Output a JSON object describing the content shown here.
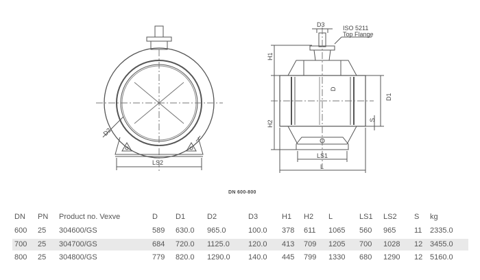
{
  "drawing": {
    "left_labels": {
      "d2": "D2",
      "ls2": "LS2"
    },
    "right_labels": {
      "d3": "D3",
      "iso_line1": "ISO 5211",
      "iso_line2": "Top Flange",
      "h1": "H1",
      "h2": "H2",
      "d": "D",
      "d1": "D1",
      "s": "S",
      "ls1": "LS1",
      "l": "L"
    }
  },
  "table": {
    "title": "DN 600-800",
    "headers": [
      "DN",
      "PN",
      "Product no. Vexve",
      "D",
      "D1",
      "D2",
      "D3",
      "H1",
      "H2",
      "L",
      "LS1",
      "LS2",
      "S",
      "kg"
    ],
    "rows": [
      [
        "600",
        "25",
        "304600/GS",
        "589",
        "630.0",
        "965.0",
        "100.0",
        "378",
        "611",
        "1065",
        "560",
        "965",
        "11",
        "2335.0"
      ],
      [
        "700",
        "25",
        "304700/GS",
        "684",
        "720.0",
        "1125.0",
        "120.0",
        "413",
        "709",
        "1205",
        "700",
        "1028",
        "12",
        "3455.0"
      ],
      [
        "800",
        "25",
        "304800/GS",
        "779",
        "820.0",
        "1290.0",
        "140.0",
        "445",
        "799",
        "1330",
        "680",
        "1290",
        "12",
        "5160.0"
      ]
    ],
    "highlighted_row": 1
  }
}
